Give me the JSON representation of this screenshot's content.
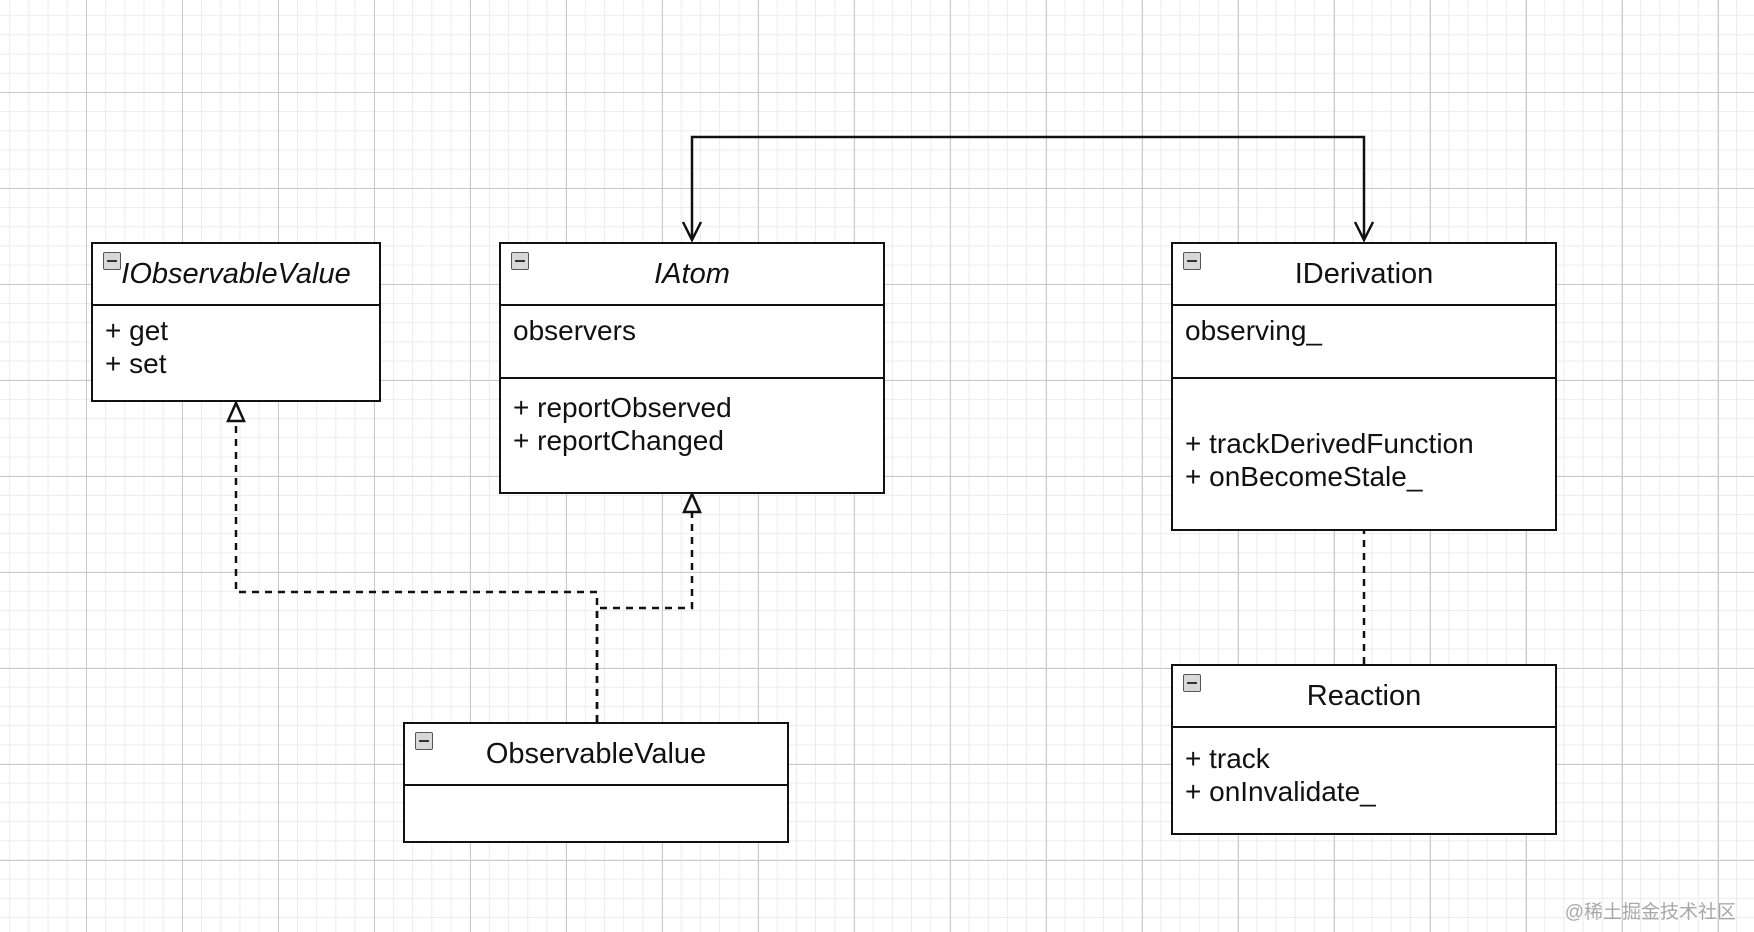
{
  "classes": {
    "iobservablevalue": {
      "name": "IObservableValue",
      "members": [
        "+ get",
        "+ set"
      ]
    },
    "iatom": {
      "name": "IAtom",
      "fields": [
        "observers"
      ],
      "methods": [
        "+ reportObserved",
        "+ reportChanged"
      ]
    },
    "iderivation": {
      "name": "IDerivation",
      "fields": [
        "observing_"
      ],
      "methods": [
        "+ trackDerivedFunction",
        "+ onBecomeStale_"
      ]
    },
    "observablevalue": {
      "name": "ObservableValue"
    },
    "reaction": {
      "name": "Reaction",
      "methods": [
        "+ track",
        "+ onInvalidate_"
      ]
    }
  },
  "watermark": "@稀土掘金技术社区"
}
